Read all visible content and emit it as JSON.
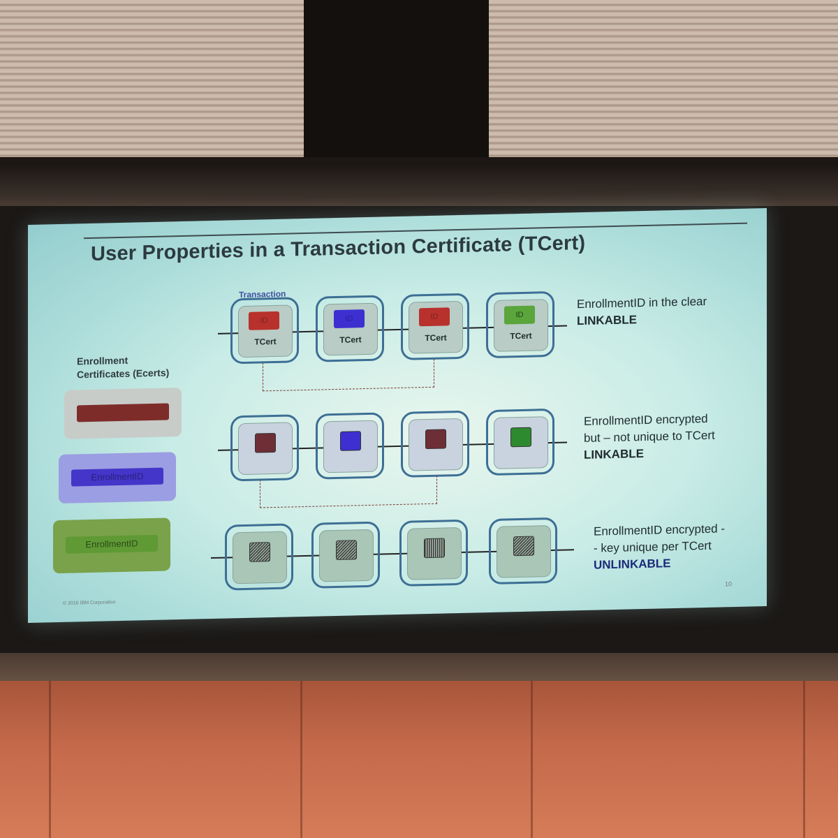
{
  "slide": {
    "title": "User Properties in a Transaction Certificate (TCert)",
    "transaction_label": "Transaction",
    "ecerts_label_line1": "Enrollment",
    "ecerts_label_line2": "Certificates (Ecerts)",
    "ecerts": [
      {
        "label": "",
        "color": "#7e2c2a"
      },
      {
        "label": "EnrollmentID",
        "color": "#4436c9"
      },
      {
        "label": "EnrollmentID",
        "color": "#5f9a35"
      }
    ],
    "cert_label": "TCert",
    "id_label": "ID",
    "rows": [
      {
        "line1": "EnrollmentID in the clear",
        "line2": "",
        "status": "LINKABLE"
      },
      {
        "line1": "EnrollmentID encrypted",
        "line2": "but – not unique to TCert",
        "status": "LINKABLE"
      },
      {
        "line1": "EnrollmentID encrypted -",
        "line2": "- key unique per TCert",
        "status": "UNLINKABLE"
      }
    ],
    "footer": "© 2016 IBM Corporation",
    "page_number": "10"
  },
  "colors": {
    "red": "#b8312c",
    "blue": "#3d2fd0",
    "green": "#5aa53c",
    "status_blue": "#1c2a7a"
  }
}
